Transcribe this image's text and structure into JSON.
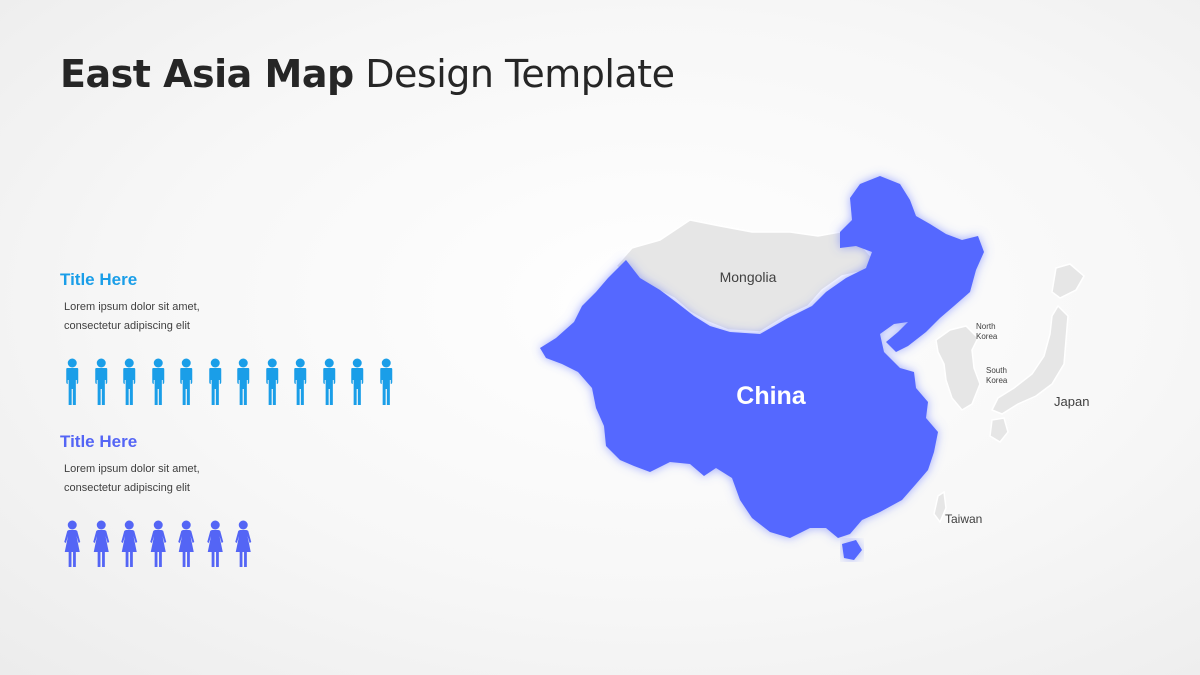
{
  "title": {
    "bold": "East Asia Map",
    "regular": " Design Template"
  },
  "sections": [
    {
      "title": "Title Here",
      "text": "Lorem  ipsum dolor sit amet,\nconsectetur adipiscing elit",
      "color": "#1a9ee8",
      "icon": "male-person-icon",
      "count": 12
    },
    {
      "title": "Title Here",
      "text": "Lorem  ipsum dolor sit amet,\nconsectetur adipiscing elit",
      "color": "#5465f5",
      "icon": "female-person-icon",
      "count": 7
    }
  ],
  "map": {
    "highlight_color": "#5468ff",
    "base_color": "#e6e6e6",
    "highlighted": "China",
    "labels": {
      "china": "China",
      "mongolia": "Mongolia",
      "north_korea_1": "North",
      "north_korea_2": "Korea",
      "south_korea_1": "South",
      "south_korea_2": "Korea",
      "japan": "Japan",
      "taiwan": "Taiwan"
    }
  }
}
